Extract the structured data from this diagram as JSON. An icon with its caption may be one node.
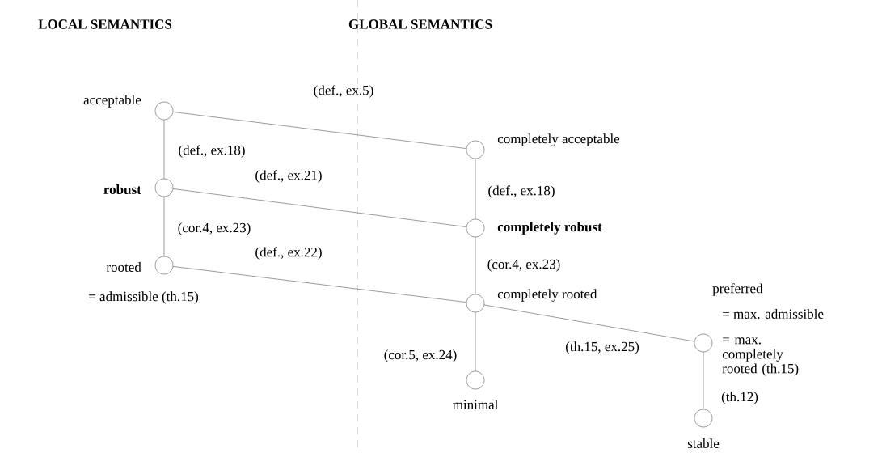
{
  "diagram": {
    "nodes": [
      {
        "text": [
          "acceptable"
        ]
      },
      {
        "text": [
          "robust"
        ]
      },
      {
        "text": [
          "rooted"
        ],
        "beside": [
          "= admissible (th.15)"
        ]
      },
      {
        "text": [
          "completely acceptable"
        ]
      },
      {
        "text": [
          "completely robust"
        ]
      },
      {
        "text": [
          "completely rooted"
        ]
      },
      {
        "text": [
          "minimal"
        ]
      },
      {
        "text": [
          "preferred"
        ],
        "beside": [
          "= max. admissible",
          "= max. completely rooted (th.15)"
        ]
      },
      {
        "text": [
          "stable"
        ]
      }
    ],
    "edges": [
      {
        "from": 0,
        "to": 3,
        "arrow": "none",
        "label": "(def., ex.5)"
      },
      {
        "from": 0,
        "to": 1,
        "arrow": "none",
        "label": "(def., ex.18)"
      },
      {
        "from": 1,
        "to": 4,
        "arrow": "none",
        "label": "(def., ex.21)"
      },
      {
        "from": 1,
        "to": 2,
        "arrow": "none",
        "label": "(cor.4, ex.23)"
      },
      {
        "from": 2,
        "to": 5,
        "arrow": "none",
        "label": "(def., ex.22)"
      },
      {
        "from": 3,
        "to": 4,
        "arrow": "none",
        "label": "(def., ex.18)"
      },
      {
        "from": 4,
        "to": 5,
        "arrow": "none",
        "label": "(cor.4, ex.23)"
      },
      {
        "from": 5,
        "to": 6,
        "arrow": "none",
        "label": "(cor.5, ex.24)"
      },
      {
        "from": 5,
        "to": 7,
        "arrow": "none",
        "label": "(th.15, ex.25)"
      },
      {
        "from": 7,
        "to": 8,
        "arrow": "none",
        "label": "(th.12)"
      }
    ],
    "labels": [
      "LOCAL SEMANTICS",
      "GLOBAL SEMANTICS"
    ]
  }
}
